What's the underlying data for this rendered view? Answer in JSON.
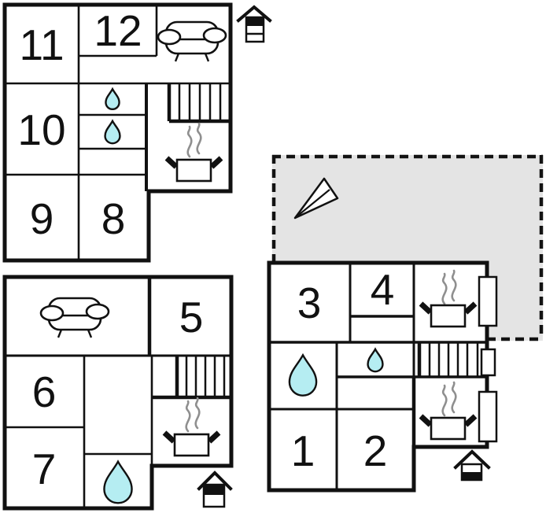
{
  "document": {
    "type": "vacation-home floor plan",
    "background": "#ffffff"
  },
  "colors": {
    "wall": "#111111",
    "water_drop_fill": "#b5edf2",
    "terrace_fill": "#e4e4e4",
    "steam": "#8f8f8f",
    "window_fill": "#ffffff"
  },
  "plans": {
    "upper_left": {
      "rooms": [
        {
          "label": "11"
        },
        {
          "label": "12"
        },
        {
          "label": "10"
        },
        {
          "label": "9"
        },
        {
          "label": "8"
        }
      ],
      "features": [
        "sofa",
        "water-drop",
        "water-drop",
        "stairs",
        "stove",
        "entrance"
      ]
    },
    "lower_left": {
      "rooms": [
        {
          "label": "5"
        },
        {
          "label": "6"
        },
        {
          "label": "7"
        }
      ],
      "features": [
        "sofa",
        "stairs",
        "stove",
        "water-drop",
        "entrance"
      ]
    },
    "right": {
      "rooms": [
        {
          "label": "3"
        },
        {
          "label": "4"
        },
        {
          "label": "1"
        },
        {
          "label": "2"
        }
      ],
      "features": [
        "terrace",
        "direction-arrow",
        "stove",
        "stove",
        "stairs",
        "water-drop",
        "water-drop",
        "windows",
        "entrance"
      ]
    }
  },
  "icons": [
    "sofa-icon",
    "stairs-icon",
    "stove-icon",
    "water-drop-icon",
    "entrance-icon",
    "direction-arrow-icon",
    "window-icon"
  ]
}
